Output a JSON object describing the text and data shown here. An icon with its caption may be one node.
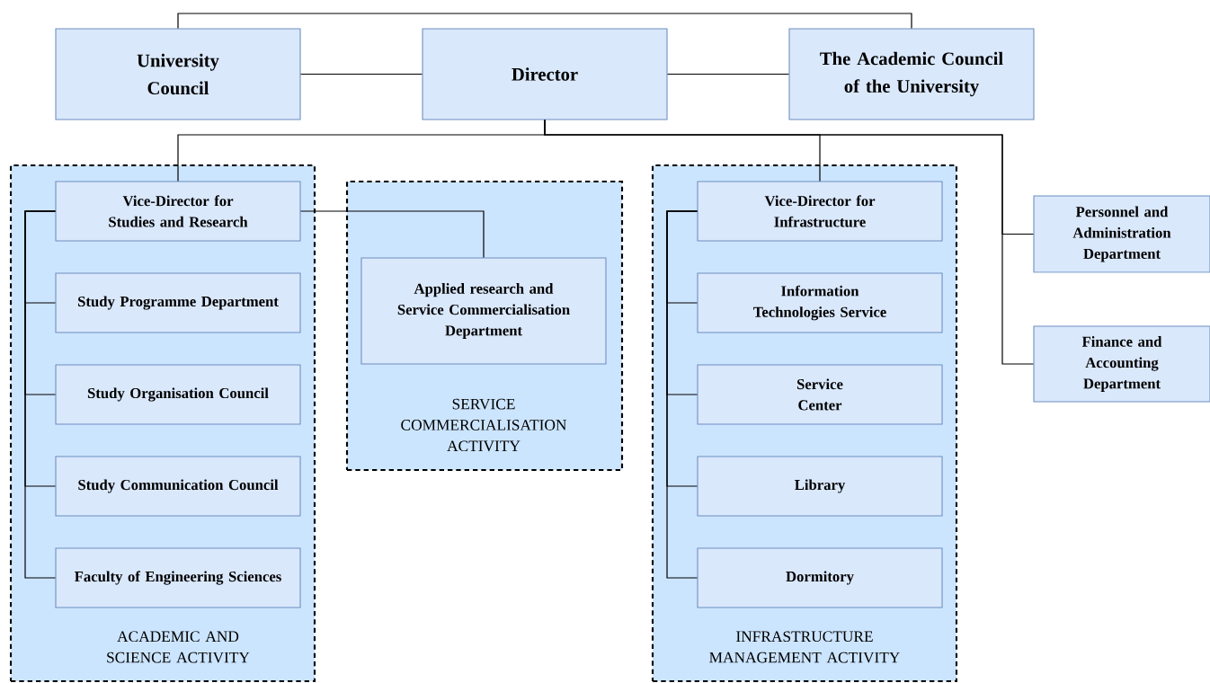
{
  "diagram": {
    "nodes": [
      {
        "text": [
          "University Council"
        ]
      },
      {
        "text": [
          "Director"
        ]
      },
      {
        "text": [
          "The Academic Council of the University"
        ]
      },
      {
        "text": [
          "ACADEMIC AND SCIENCE ACTIVITY"
        ]
      },
      {
        "text": [
          "Vice-Director for Studies and Research"
        ],
        "in": 3
      },
      {
        "text": [
          "Study Programme Department"
        ],
        "in": 3
      },
      {
        "text": [
          "Study Organisation Council"
        ],
        "in": 3
      },
      {
        "text": [
          "Study Communication Council"
        ],
        "in": 3
      },
      {
        "text": [
          "Faculty of Engineering Sciences"
        ],
        "in": 3
      },
      {
        "text": [
          "SERVICE COMMERCIALISATION ACTIVITY"
        ]
      },
      {
        "text": [
          "Applied research and Service Commercialisation Department"
        ],
        "in": 9
      },
      {
        "text": [
          "INFRASTRUCTURE MANAGEMENT ACTIVITY"
        ]
      },
      {
        "text": [
          "Vice-Director for Infrastructure"
        ],
        "in": 11
      },
      {
        "text": [
          "Information Technologies Service"
        ],
        "in": 11
      },
      {
        "text": [
          "Service Center"
        ],
        "in": 11
      },
      {
        "text": [
          "Library"
        ],
        "in": 11
      },
      {
        "text": [
          "Dormitory"
        ],
        "in": 11
      },
      {
        "text": [
          "Personnel and Administration Department"
        ]
      },
      {
        "text": [
          "Finance and Accounting Department"
        ]
      }
    ],
    "edges": [
      {
        "from": 0,
        "to": 1,
        "arrow": "none"
      },
      {
        "from": 1,
        "to": 2,
        "arrow": "none"
      },
      {
        "from": 0,
        "to": 2,
        "arrow": "none"
      },
      {
        "from": 1,
        "to": 4,
        "arrow": "none"
      },
      {
        "from": 1,
        "to": 12,
        "arrow": "none"
      },
      {
        "from": 1,
        "to": 17,
        "arrow": "none"
      },
      {
        "from": 1,
        "to": 18,
        "arrow": "none"
      },
      {
        "from": 4,
        "to": 10,
        "arrow": "none"
      },
      {
        "from": 4,
        "to": 5,
        "arrow": "none"
      },
      {
        "from": 4,
        "to": 6,
        "arrow": "none"
      },
      {
        "from": 4,
        "to": 7,
        "arrow": "none"
      },
      {
        "from": 4,
        "to": 8,
        "arrow": "none"
      },
      {
        "from": 12,
        "to": 13,
        "arrow": "none"
      },
      {
        "from": 12,
        "to": 14,
        "arrow": "none"
      },
      {
        "from": 12,
        "to": 15,
        "arrow": "none"
      },
      {
        "from": 12,
        "to": 16,
        "arrow": "none"
      }
    ]
  }
}
